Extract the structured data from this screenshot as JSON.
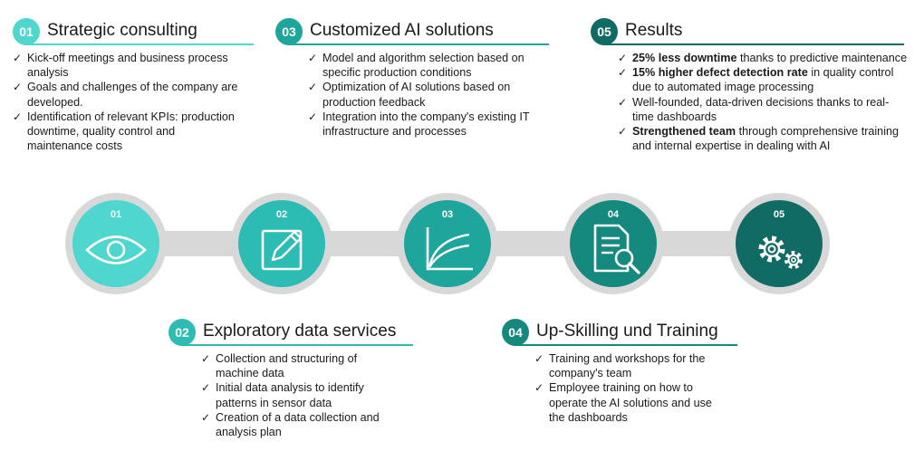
{
  "colors": {
    "c1": "#4fd6cf",
    "c2": "#2cbcb3",
    "c3": "#1ea59c",
    "c4": "#16897f",
    "c5": "#0f6b63",
    "connector": "#d8d8d8"
  },
  "steps": [
    {
      "num": "01",
      "title": "Strategic consulting",
      "icon": "eye-icon",
      "items": [
        {
          "bold": "",
          "text": "Kick-off meetings and business process analysis"
        },
        {
          "bold": "",
          "text": "Goals and challenges of the company are developed."
        },
        {
          "bold": "",
          "text": "Identification of relevant KPIs: production downtime, quality control and maintenance costs"
        }
      ]
    },
    {
      "num": "02",
      "title": "Exploratory data services",
      "icon": "pencil-square-icon",
      "items": [
        {
          "bold": "",
          "text": "Collection and structuring of machine data"
        },
        {
          "bold": "",
          "text": "Initial data analysis to identify patterns in sensor data"
        },
        {
          "bold": "",
          "text": "Creation of a data collection and analysis plan"
        }
      ]
    },
    {
      "num": "03",
      "title": "Customized AI solutions",
      "icon": "curve-chart-icon",
      "items": [
        {
          "bold": "",
          "text": "Model and algorithm selection based on specific production conditions"
        },
        {
          "bold": "",
          "text": "Optimization of AI solutions based on production feedback"
        },
        {
          "bold": "",
          "text": "Integration into the company's existing IT infrastructure and processes"
        }
      ]
    },
    {
      "num": "04",
      "title": "Up-Skilling und Training",
      "icon": "document-search-icon",
      "items": [
        {
          "bold": "",
          "text": "Training and workshops for the company's team"
        },
        {
          "bold": "",
          "text": "Employee training on how to operate the AI solutions and use the dashboards"
        }
      ]
    },
    {
      "num": "05",
      "title": "Results",
      "icon": "gears-icon",
      "items": [
        {
          "bold": "25% less downtime",
          "text": " thanks to predictive maintenance"
        },
        {
          "bold": "15% higher defect detection rate",
          "text": " in quality control due to automated image processing"
        },
        {
          "bold": "",
          "text": "Well-founded, data-driven decisions thanks to real-time dashboards"
        },
        {
          "bold": "Strengthened team",
          "text": " through comprehensive training and internal expertise in dealing with AI"
        }
      ]
    }
  ]
}
